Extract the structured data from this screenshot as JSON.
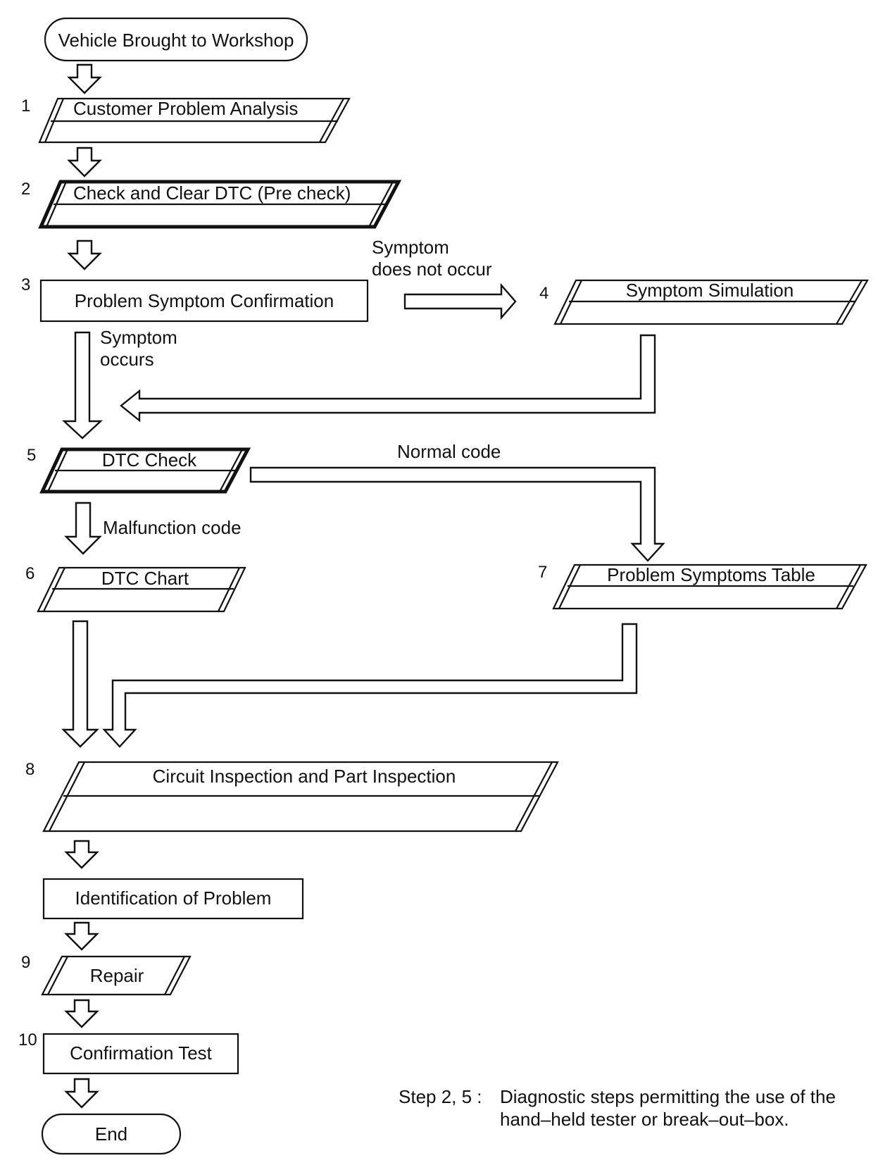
{
  "steps": {
    "start": "Vehicle Brought to Workshop",
    "s1": {
      "num": "1",
      "label": "Customer Problem Analysis"
    },
    "s2": {
      "num": "2",
      "label": "Check and Clear DTC (Pre check)"
    },
    "s3": {
      "num": "3",
      "label": "Problem Symptom Confirmation"
    },
    "s4": {
      "num": "4",
      "label": "Symptom Simulation"
    },
    "s5": {
      "num": "5",
      "label": "DTC Check"
    },
    "s6": {
      "num": "6",
      "label": "DTC Chart"
    },
    "s7": {
      "num": "7",
      "label": "Problem Symptoms Table"
    },
    "s8": {
      "num": "8",
      "label": "Circuit Inspection and Part Inspection"
    },
    "ident": "Identification of Problem",
    "s9": {
      "num": "9",
      "label": "Repair"
    },
    "s10": {
      "num": "10",
      "label": "Confirmation Test"
    },
    "end": "End"
  },
  "edges": {
    "not_occur_1": "Symptom",
    "not_occur_2": "does not occur",
    "occurs_1": "Symptom",
    "occurs_2": "occurs",
    "normal": "Normal code",
    "malfunction": "Malfunction code"
  },
  "note": {
    "prefix": "Step 2, 5 :",
    "line1": "Diagnostic steps permitting the use of the",
    "line2": "hand–held tester or break–out–box."
  }
}
